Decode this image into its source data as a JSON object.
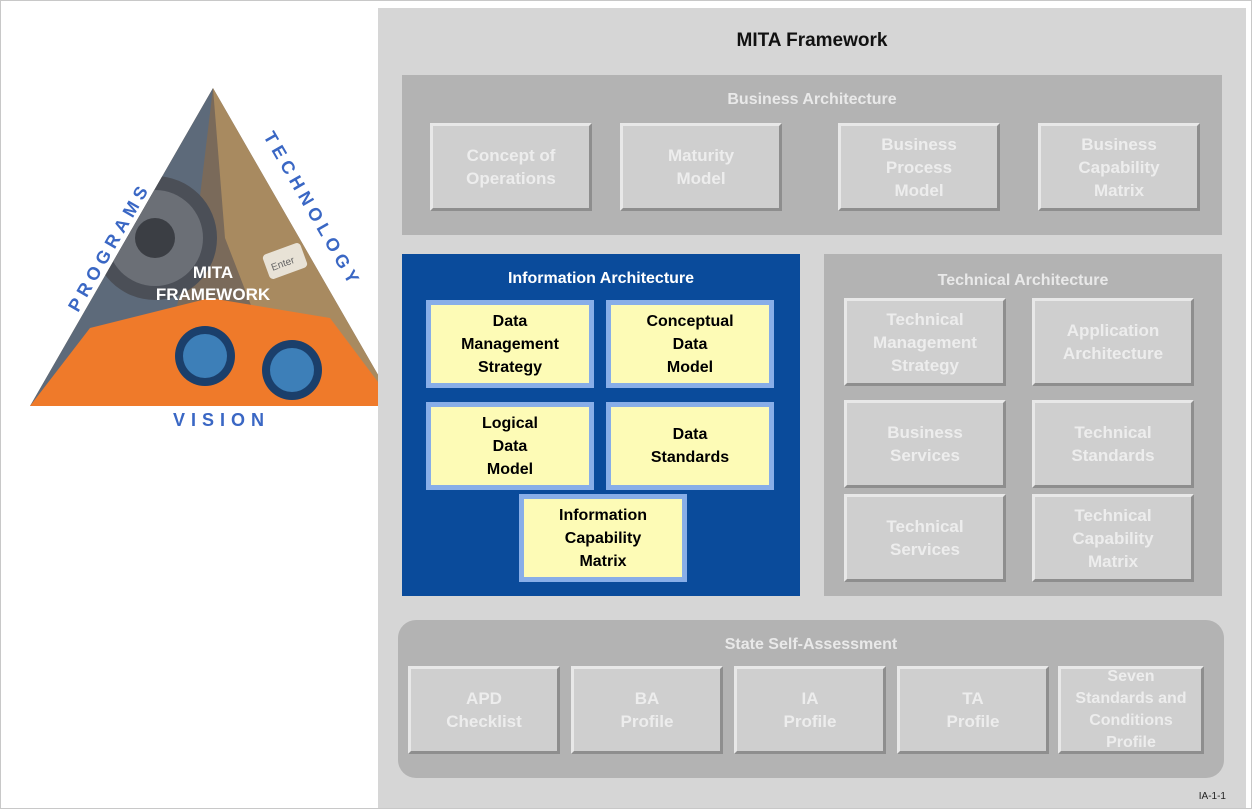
{
  "logo": {
    "programs": "PROGRAMS",
    "technology": "TECHNOLOGY",
    "vision": "VISION",
    "center_line1": "MITA",
    "center_line2": "FRAMEWORK",
    "key_label": "Enter"
  },
  "framework": {
    "title": "MITA Framework",
    "business": {
      "title": "Business Architecture",
      "boxes": [
        "Concept of\nOperations",
        "Maturity\nModel",
        "Business\nProcess\nModel",
        "Business\nCapability\nMatrix"
      ]
    },
    "information": {
      "title": "Information Architecture",
      "boxes": [
        "Data\nManagement\nStrategy",
        "Conceptual\nData\nModel",
        "Logical\nData\nModel",
        "Data\nStandards",
        "Information\nCapability\nMatrix"
      ]
    },
    "technical": {
      "title": "Technical Architecture",
      "boxes": [
        "Technical\nManagement\nStrategy",
        "Application\nArchitecture",
        "Business\nServices",
        "Technical\nStandards",
        "Technical\nServices",
        "Technical\nCapability\nMatrix"
      ]
    },
    "state": {
      "title": "State Self-Assessment",
      "boxes": [
        "APD\nChecklist",
        "BA\nProfile",
        "IA\nProfile",
        "TA\nProfile",
        "Seven\nStandards and\nConditions\nProfile"
      ]
    },
    "code": "IA-1-1"
  },
  "colors": {
    "info_panel": "#0a4b9b",
    "info_box": "#fdfbb6",
    "info_box_border": "#88aee8",
    "panel_grey": "#b3b3b3",
    "logo_text_blue": "#3a67c4"
  }
}
